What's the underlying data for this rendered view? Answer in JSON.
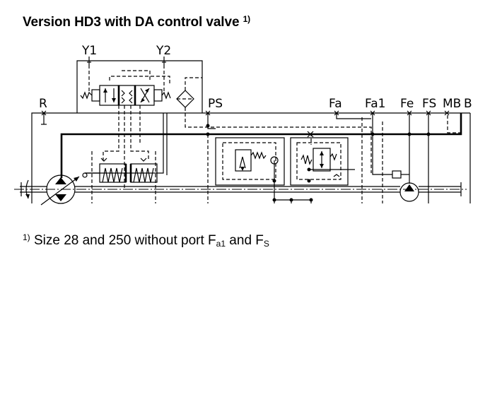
{
  "title": {
    "text": "Version HD3 with DA control valve ",
    "footnote_mark": "1)"
  },
  "footnote": {
    "mark": "1)",
    "text_a": " Size 28 and 250 without port F",
    "sub_a": "a1",
    "text_b": " and F",
    "sub_b": "S"
  },
  "ports": {
    "y1": "Y1",
    "y2": "Y2",
    "r": "R",
    "ps": "PS",
    "fa": "Fa",
    "fa1": "Fa1",
    "fe": "Fe",
    "fs": "FS",
    "mb": "MB",
    "b": "B"
  }
}
